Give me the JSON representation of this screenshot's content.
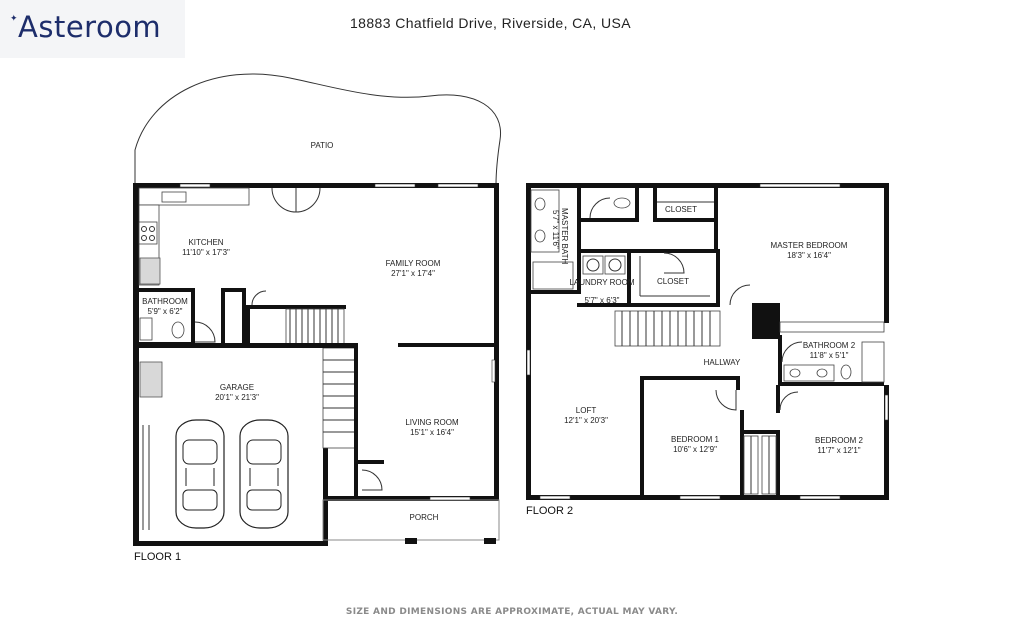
{
  "brand": {
    "name": "Asteroom"
  },
  "address": "18883 Chatfield Drive, Riverside, CA, USA",
  "floors": [
    {
      "label": "FLOOR 1",
      "rooms": [
        {
          "name": "PATIO",
          "dims": ""
        },
        {
          "name": "KITCHEN",
          "dims": "11'10\" x 17'3\""
        },
        {
          "name": "FAMILY ROOM",
          "dims": "27'1\" x 17'4\""
        },
        {
          "name": "BATHROOM",
          "dims": "5'9\" x 6'2\""
        },
        {
          "name": "GARAGE",
          "dims": "20'1\" x 21'3\""
        },
        {
          "name": "LIVING ROOM",
          "dims": "15'1\" x 16'4\""
        },
        {
          "name": "PORCH",
          "dims": ""
        }
      ]
    },
    {
      "label": "FLOOR 2",
      "rooms": [
        {
          "name": "MASTER BATH",
          "dims": "5'7\" x 11'6\""
        },
        {
          "name": "CLOSET",
          "dims": ""
        },
        {
          "name": "MASTER BEDROOM",
          "dims": "18'3\" x 16'4\""
        },
        {
          "name": "LAUNDRY ROOM",
          "dims": "5'7\" x 6'3\""
        },
        {
          "name": "CLOSET",
          "dims": ""
        },
        {
          "name": "BATHROOM 2",
          "dims": "11'8\" x 5'1\""
        },
        {
          "name": "HALLWAY",
          "dims": ""
        },
        {
          "name": "LOFT",
          "dims": "12'1\" x 20'3\""
        },
        {
          "name": "BEDROOM 1",
          "dims": "10'6\" x 12'9\""
        },
        {
          "name": "BEDROOM 2",
          "dims": "11'7\" x 12'1\""
        }
      ]
    }
  ],
  "disclaimer": "SIZE AND DIMENSIONS ARE APPROXIMATE, ACTUAL MAY VARY."
}
